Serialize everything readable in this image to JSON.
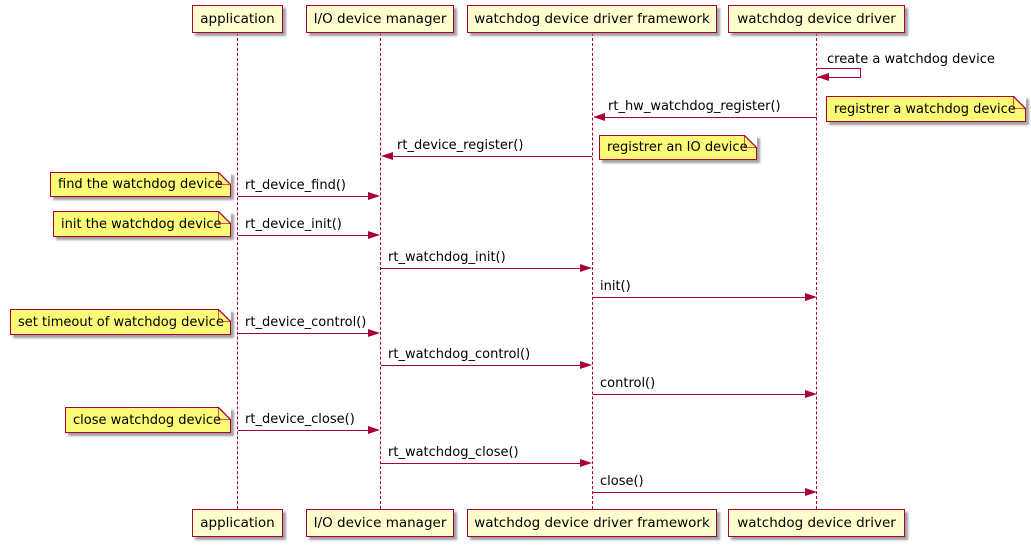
{
  "colors": {
    "line": "#A80036",
    "participant_fill": "#FEFECE",
    "note_fill": "#FBFB77",
    "text": "#000000",
    "background": "#FFFFFF"
  },
  "participants": [
    "application",
    "I/O device manager",
    "watchdog device driver framework",
    "watchdog device driver"
  ],
  "messages": [
    {
      "label": "create a watchdog device",
      "from": "watchdog device driver",
      "to": "watchdog device driver",
      "self": true
    },
    {
      "label": "rt_hw_watchdog_register()",
      "from": "watchdog device driver",
      "to": "watchdog device driver framework"
    },
    {
      "label": "rt_device_register()",
      "from": "watchdog device driver framework",
      "to": "I/O device manager"
    },
    {
      "label": "rt_device_find()",
      "from": "application",
      "to": "I/O device manager"
    },
    {
      "label": "rt_device_init()",
      "from": "application",
      "to": "I/O device manager"
    },
    {
      "label": "rt_watchdog_init()",
      "from": "I/O device manager",
      "to": "watchdog device driver framework"
    },
    {
      "label": "init()",
      "from": "watchdog device driver framework",
      "to": "watchdog device driver"
    },
    {
      "label": "rt_device_control()",
      "from": "application",
      "to": "I/O device manager"
    },
    {
      "label": "rt_watchdog_control()",
      "from": "I/O device manager",
      "to": "watchdog device driver framework"
    },
    {
      "label": "control()",
      "from": "watchdog device driver framework",
      "to": "watchdog device driver"
    },
    {
      "label": "rt_device_close()",
      "from": "application",
      "to": "I/O device manager"
    },
    {
      "label": "rt_watchdog_close()",
      "from": "I/O device manager",
      "to": "watchdog device driver framework"
    },
    {
      "label": "close()",
      "from": "watchdog device driver framework",
      "to": "watchdog device driver"
    }
  ],
  "notes": [
    {
      "text": "registrer a watchdog device",
      "attached_to": "watchdog device driver"
    },
    {
      "text": "registrer an IO device",
      "attached_to": "watchdog device driver framework"
    },
    {
      "text": "find the watchdog device",
      "attached_to": "application"
    },
    {
      "text": "init the watchdog device",
      "attached_to": "application"
    },
    {
      "text": "set timeout of watchdog device",
      "attached_to": "application"
    },
    {
      "text": "close watchdog device",
      "attached_to": "application"
    }
  ]
}
